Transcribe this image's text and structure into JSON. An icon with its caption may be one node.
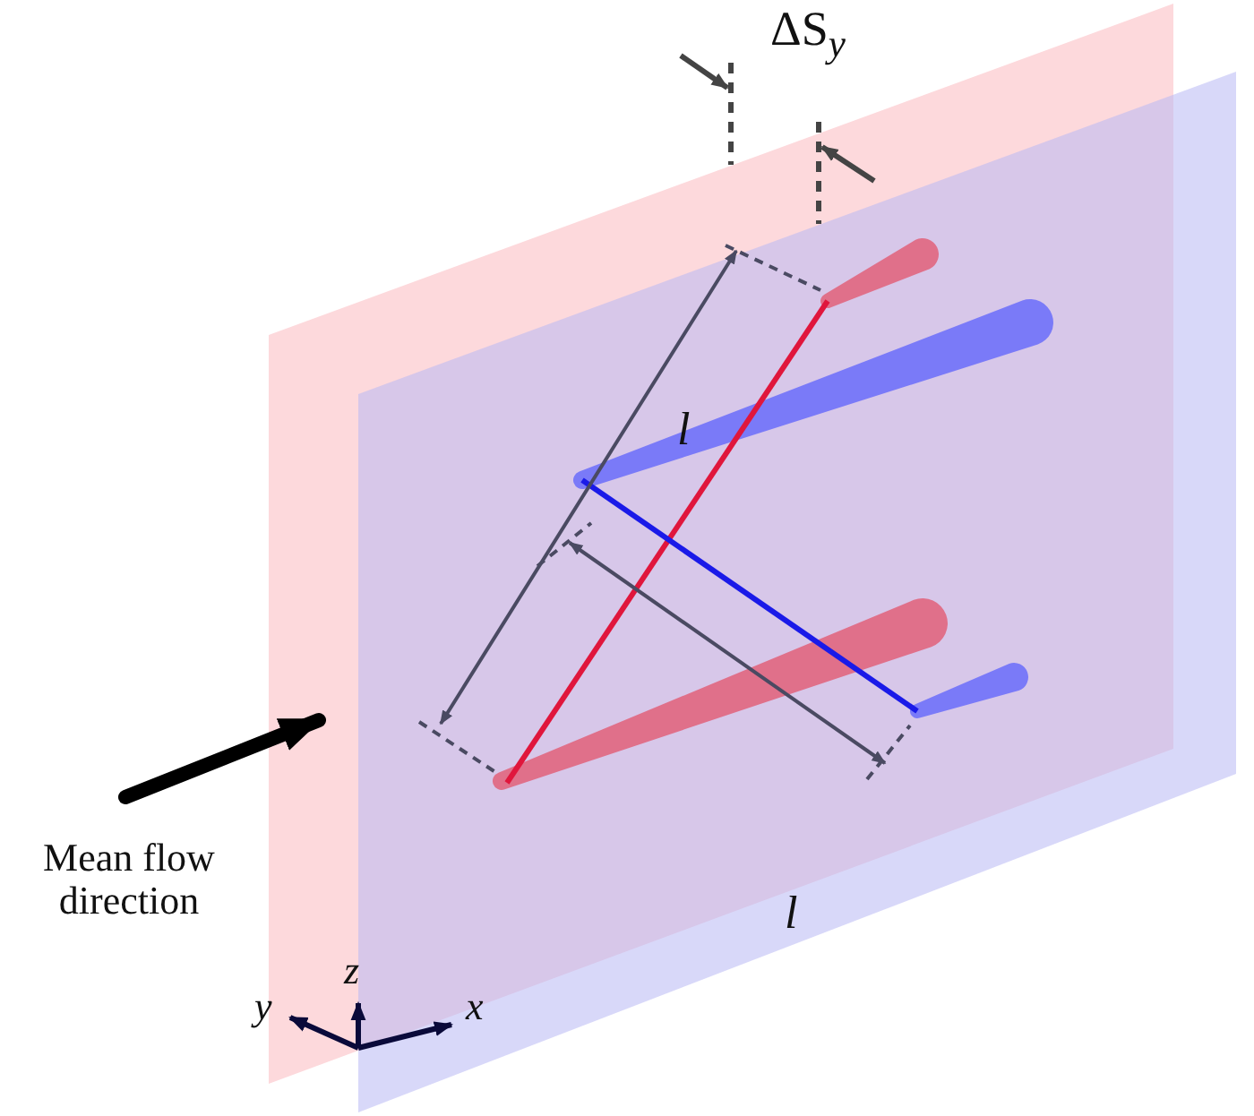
{
  "diagram": {
    "labels": [
      "ΔS$_{y}$",
      "l",
      "l",
      "Mean flow direction",
      "z",
      "y",
      "x"
    ]
  }
}
